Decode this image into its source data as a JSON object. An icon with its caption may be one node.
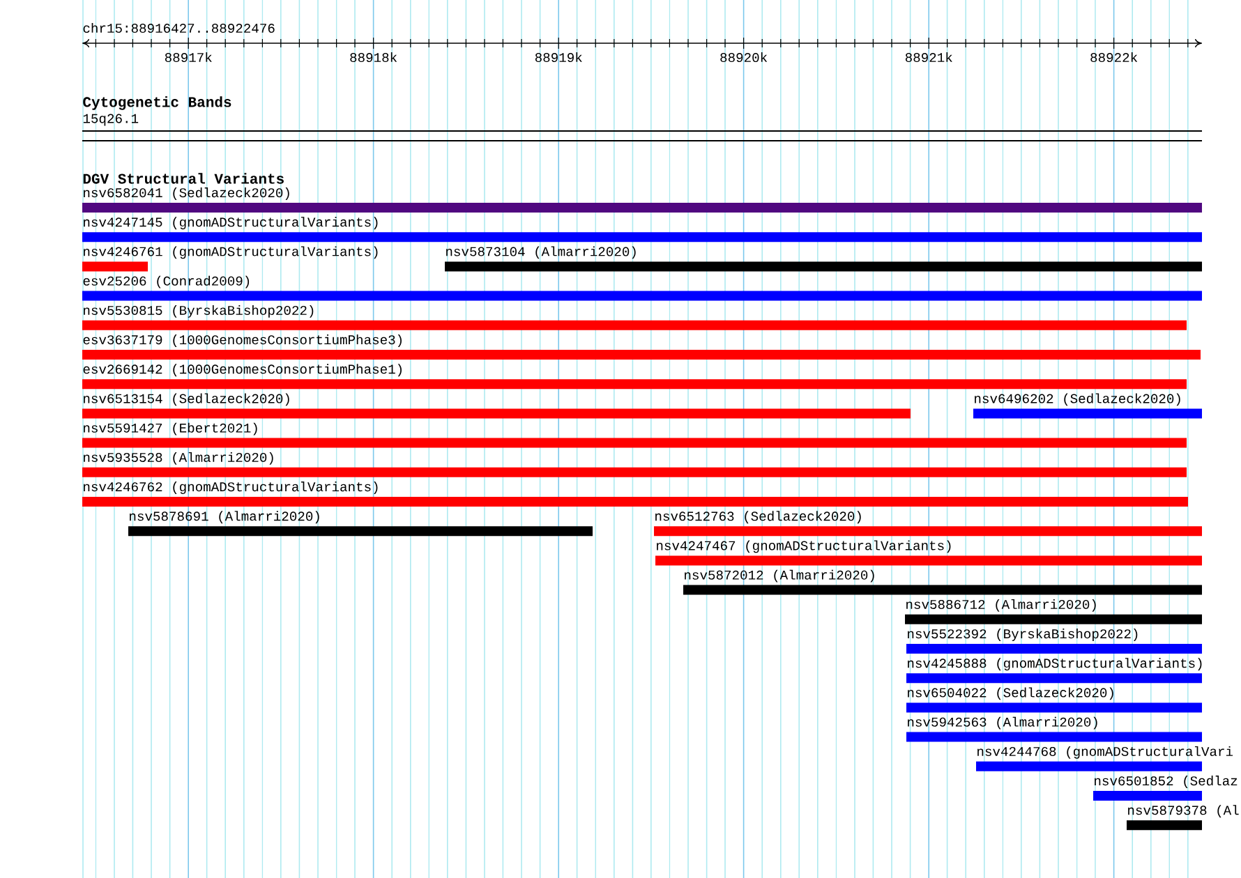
{
  "diagram": {
    "nodes": [
      {
        "text": [
          "nsv6582041 (Sedlazeck2020)"
        ]
      },
      {
        "text": [
          "nsv4247145 (gnomADStructuralVariants)"
        ]
      },
      {
        "text": [
          "nsv4246761 (gnomADStructuralVariants)"
        ]
      },
      {
        "text": [
          "nsv5873104 (Almarri2020)"
        ]
      },
      {
        "text": [
          "esv25206 (Conrad2009)"
        ]
      },
      {
        "text": [
          "nsv5530815 (ByrskaBishop2022)"
        ]
      },
      {
        "text": [
          "esv3637179 (1000GenomesConsortiumPhase3)"
        ]
      },
      {
        "text": [
          "esv2669142 (1000GenomesConsortiumPhase1)"
        ]
      },
      {
        "text": [
          "nsv6513154 (Sedlazeck2020)"
        ]
      },
      {
        "text": [
          "nsv6496202 (Sedlazeck2020)"
        ]
      },
      {
        "text": [
          "nsv5591427 (Ebert2021)"
        ]
      },
      {
        "text": [
          "nsv5935528 (Almarri2020)"
        ]
      },
      {
        "text": [
          "nsv4246762 (gnomADStructuralVariants)"
        ]
      },
      {
        "text": [
          "nsv5878691 (Almarri2020)"
        ]
      },
      {
        "text": [
          "nsv6512763 (Sedlazeck2020)"
        ]
      },
      {
        "text": [
          "nsv4247467 (gnomADStructuralVariants)"
        ]
      },
      {
        "text": [
          "nsv5872012 (Almarri2020)"
        ]
      },
      {
        "text": [
          "nsv5886712 (Almarri2020)"
        ]
      },
      {
        "text": [
          "nsv5522392 (ByrskaBishop2022)"
        ]
      },
      {
        "text": [
          "nsv4245888 (gnomADStructuralVariants)"
        ]
      },
      {
        "text": [
          "nsv6504022 (Sedlazeck2020)"
        ]
      },
      {
        "text": [
          "nsv5942563 (Almarri2020)"
        ]
      },
      {
        "text": [
          "nsv4244768 (gnomADStructuralVari"
        ]
      },
      {
        "text": [
          "nsv6501852 (Sedlaz"
        ]
      },
      {
        "text": [
          "nsv5879378 (Al"
        ]
      }
    ],
    "labels": [
      "chr15:88916427..88922476",
      "88917k",
      "88918k",
      "88919k",
      "88920k",
      "88921k",
      "88922k",
      "Cytogenetic Bands",
      "15q26.1",
      "DGV Structural Variants"
    ]
  }
}
